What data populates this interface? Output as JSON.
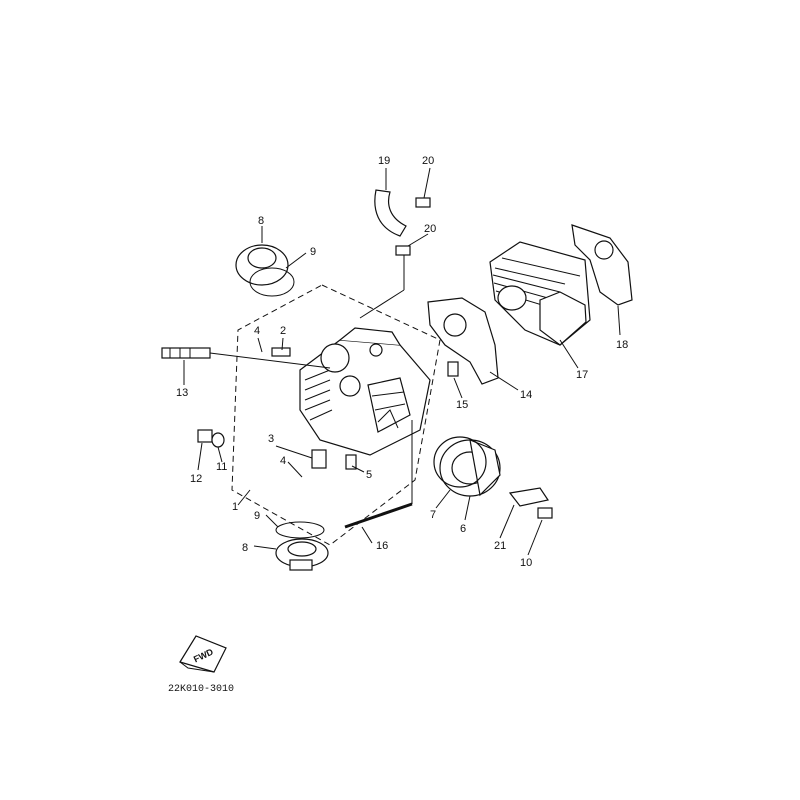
{
  "labels": {
    "c1": "1",
    "c2": "2",
    "c3": "3",
    "c4a": "4",
    "c4b": "4",
    "c5": "5",
    "c6": "6",
    "c7": "7",
    "c8a": "8",
    "c8b": "8",
    "c9a": "9",
    "c9b": "9",
    "c10": "10",
    "c11": "11",
    "c12": "12",
    "c13": "13",
    "c14": "14",
    "c15": "15",
    "c16": "16",
    "c17": "17",
    "c18": "18",
    "c19": "19",
    "c20a": "20",
    "c20b": "20",
    "c21": "21"
  },
  "fwd_label": "FWD",
  "diagram_code": "22K010-3010"
}
